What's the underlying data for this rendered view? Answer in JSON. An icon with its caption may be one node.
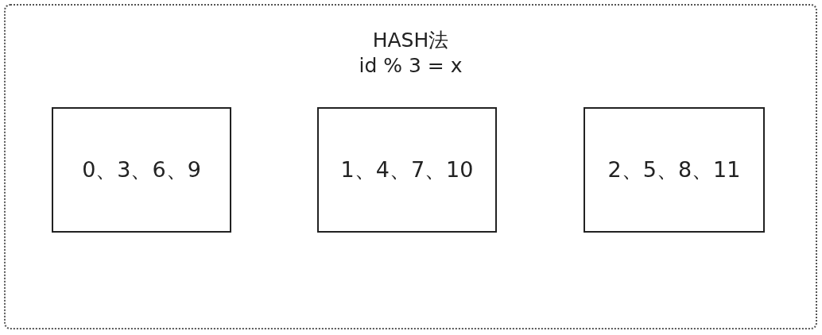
{
  "diagram": {
    "nodes": [
      {
        "text": [
          "HASH法",
          "id % 3 = x"
        ]
      },
      {
        "text": [
          "0、3、6、9"
        ],
        "in": 0
      },
      {
        "text": [
          "1、4、7、10"
        ],
        "in": 0
      },
      {
        "text": [
          "2、5、8、11"
        ],
        "in": 0
      }
    ],
    "edges": []
  }
}
